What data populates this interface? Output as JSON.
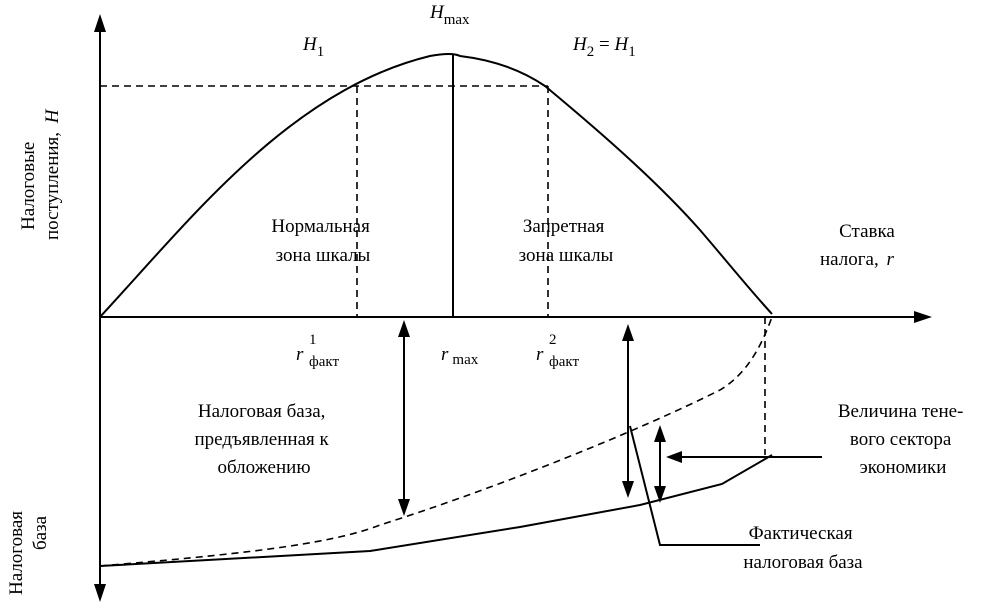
{
  "labels": {
    "y_axis_top_line1": "Налоговые",
    "y_axis_top_line2": "поступления,",
    "y_axis_top_var": "H",
    "y_axis_bottom_line1": "Налоговая",
    "y_axis_bottom_line2": "база",
    "h_max_var": "H",
    "h_max_sub": "max",
    "h1_var": "H",
    "h1_sub": "1",
    "h2_var": "H",
    "h2_sub": "2",
    "h2_eq": " = ",
    "h2_rhs_var": "H",
    "h2_rhs_sub": "1",
    "normal_zone_line1": "Нормальная",
    "normal_zone_line2": "зона шкалы",
    "forbidden_zone_line1": "Запретная",
    "forbidden_zone_line2": "зона шкалы",
    "x_axis_line1": "Ставка",
    "x_axis_line2": "налога,",
    "x_axis_var": "r",
    "r1_var": "r",
    "r1_sup": "1",
    "r1_sub": "факт",
    "rmax_var": "r",
    "rmax_sub": "max",
    "r2_var": "r",
    "r2_sup": "2",
    "r2_sub": "факт",
    "declared_base_line1": "Налоговая база,",
    "declared_base_line2": "предъявленная к",
    "declared_base_line3": "обложению",
    "shadow_line1": "Величина тене-",
    "shadow_line2": "вого сектора",
    "shadow_line3": "экономики",
    "actual_base_line1": "Фактическая",
    "actual_base_line2": "налоговая база"
  }
}
